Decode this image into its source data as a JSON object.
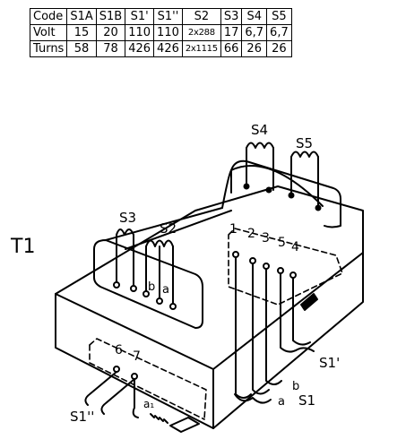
{
  "table": {
    "rows": [
      [
        "Code",
        "S1A",
        "S1B",
        "S1'",
        "S1''",
        "S2",
        "S3",
        "S4",
        "S5"
      ],
      [
        "Volt",
        "15",
        "20",
        "110",
        "110",
        "2x288",
        "17",
        "6,7",
        "6,7"
      ],
      [
        "Turns",
        "58",
        "78",
        "426",
        "426",
        "2x1115",
        "66",
        "26",
        "26"
      ]
    ]
  },
  "diagram": {
    "title": "T1",
    "labels": {
      "s4": "S4",
      "s5": "S5",
      "s3": "S3",
      "s2": "S2",
      "b_upper": "b",
      "a_upper": "a",
      "t1": "1",
      "t2": "2",
      "t3": "3",
      "t5": "5",
      "t4": "4",
      "s1p": "S1'",
      "b_lower": "b",
      "a_lower": "a",
      "s1": "S1",
      "t6": "6",
      "t7": "7",
      "s1pp": "S1''",
      "a1": "a₁"
    }
  }
}
